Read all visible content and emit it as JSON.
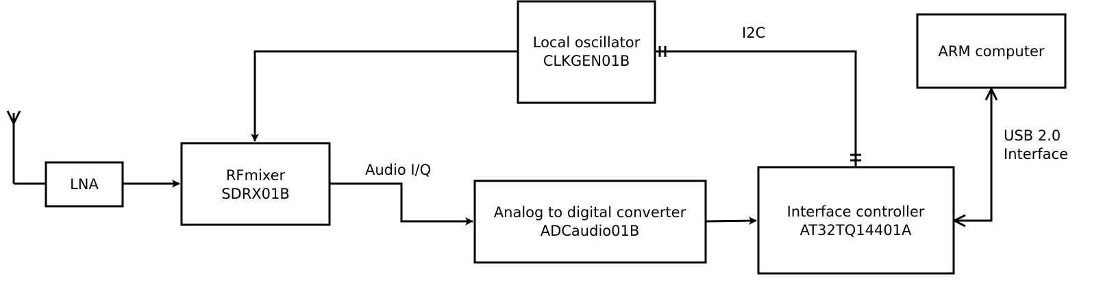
{
  "blocks": {
    "lna": {
      "line1": "LNA"
    },
    "rfmixer": {
      "line1": "RFmixer",
      "line2": "SDRX01B"
    },
    "local_oscillator": {
      "line1": "Local oscillator",
      "line2": "CLKGEN01B"
    },
    "adc": {
      "line1": "Analog to digital converter",
      "line2": "ADCaudio01B"
    },
    "interface_controller": {
      "line1": "Interface controller",
      "line2": "AT32TQ14401A"
    },
    "arm_computer": {
      "line1": "ARM computer"
    }
  },
  "labels": {
    "audio_iq": "Audio I/Q",
    "i2c": "I2C",
    "usb_line1": "USB 2.0",
    "usb_line2": "Interface"
  },
  "icons": [
    "antenna-icon"
  ]
}
